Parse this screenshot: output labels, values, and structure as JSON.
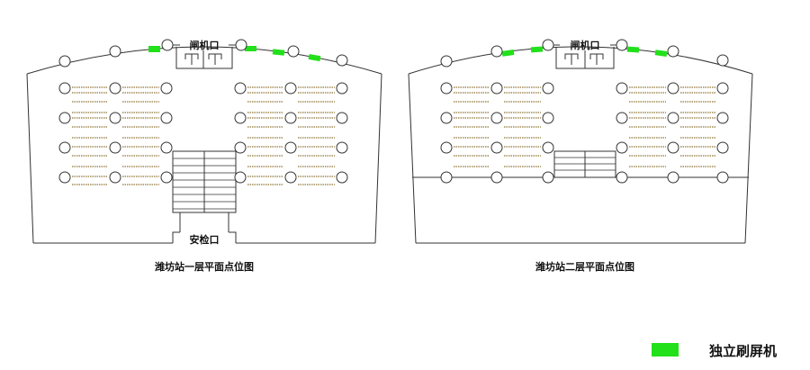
{
  "floor1": {
    "title": "潍坊站一层平面点位图",
    "gate_label": "闸机口",
    "security_label": "安检口"
  },
  "floor2": {
    "title": "潍坊站二层平面点位图",
    "gate_label": "闸机口"
  },
  "legend": {
    "label": "独立刷屏机",
    "color": "#22e01a"
  },
  "colors": {
    "line": "#333333",
    "seat": "#b9a880",
    "screen": "#22e01a"
  }
}
